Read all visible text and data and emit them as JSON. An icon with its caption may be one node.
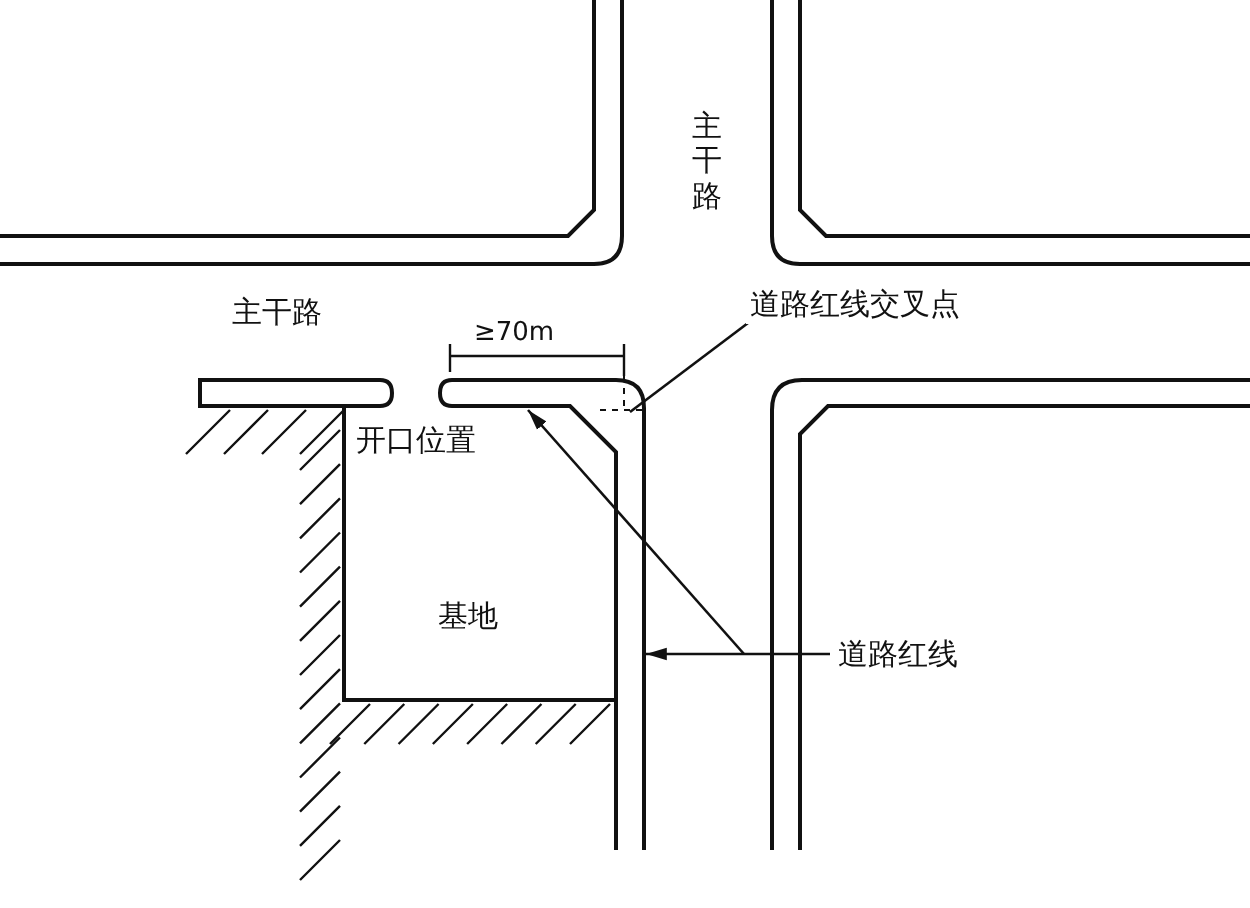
{
  "diagram": {
    "nodes": [
      {
        "text": [
          "道路红线交叉点"
        ]
      },
      {
        "text": [
          "道路红线"
        ]
      }
    ],
    "edges": [
      {
        "from": 0,
        "to": null,
        "arrow": "none"
      },
      {
        "from": 1,
        "to": null,
        "arrow": "to"
      },
      {
        "from": 1,
        "to": null,
        "arrow": "to"
      }
    ],
    "labels": [
      "主干路",
      "主干路",
      "≥70m",
      "开口位置",
      "基地"
    ]
  }
}
